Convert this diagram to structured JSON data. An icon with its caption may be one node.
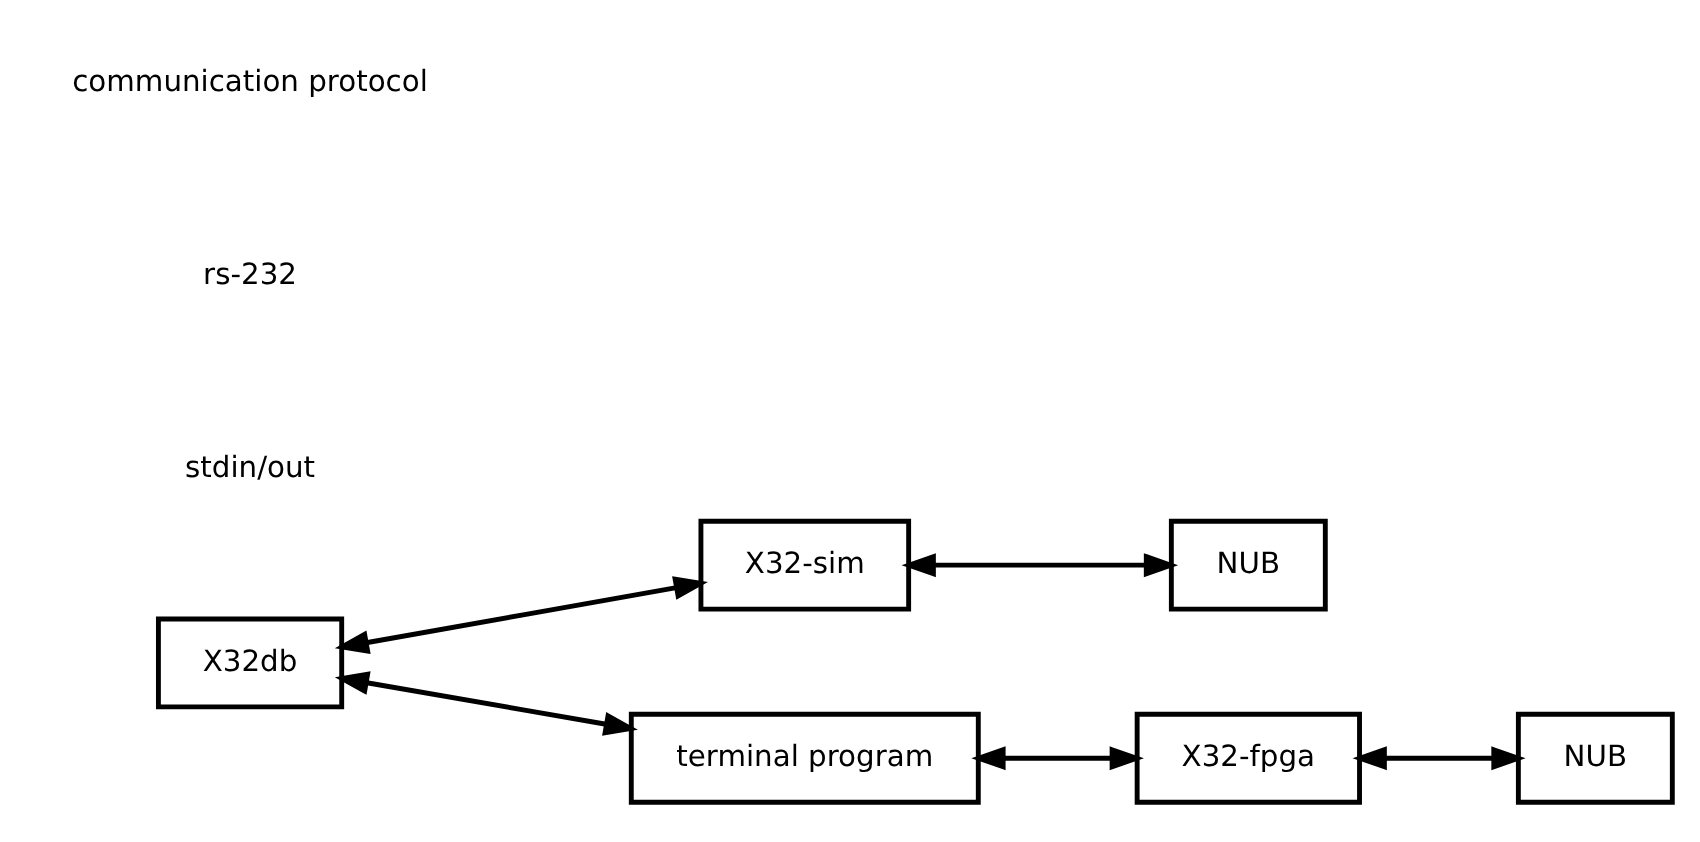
{
  "diagram": {
    "nodes": [
      {
        "text": [
          "X32db"
        ]
      },
      {
        "text": [
          "X32-sim"
        ]
      },
      {
        "text": [
          "NUB"
        ]
      },
      {
        "text": [
          "terminal program"
        ]
      },
      {
        "text": [
          "X32-fpga"
        ]
      },
      {
        "text": [
          "NUB"
        ]
      }
    ],
    "edges": [
      {
        "from": 0,
        "to": 1,
        "arrow": "both"
      },
      {
        "from": 1,
        "to": 2,
        "arrow": "both"
      },
      {
        "from": 0,
        "to": 3,
        "arrow": "both"
      },
      {
        "from": 3,
        "to": 4,
        "arrow": "both"
      },
      {
        "from": 4,
        "to": 5,
        "arrow": "both"
      }
    ],
    "labels": [
      "stdin/out",
      "rs-232",
      "communication protocol"
    ]
  }
}
